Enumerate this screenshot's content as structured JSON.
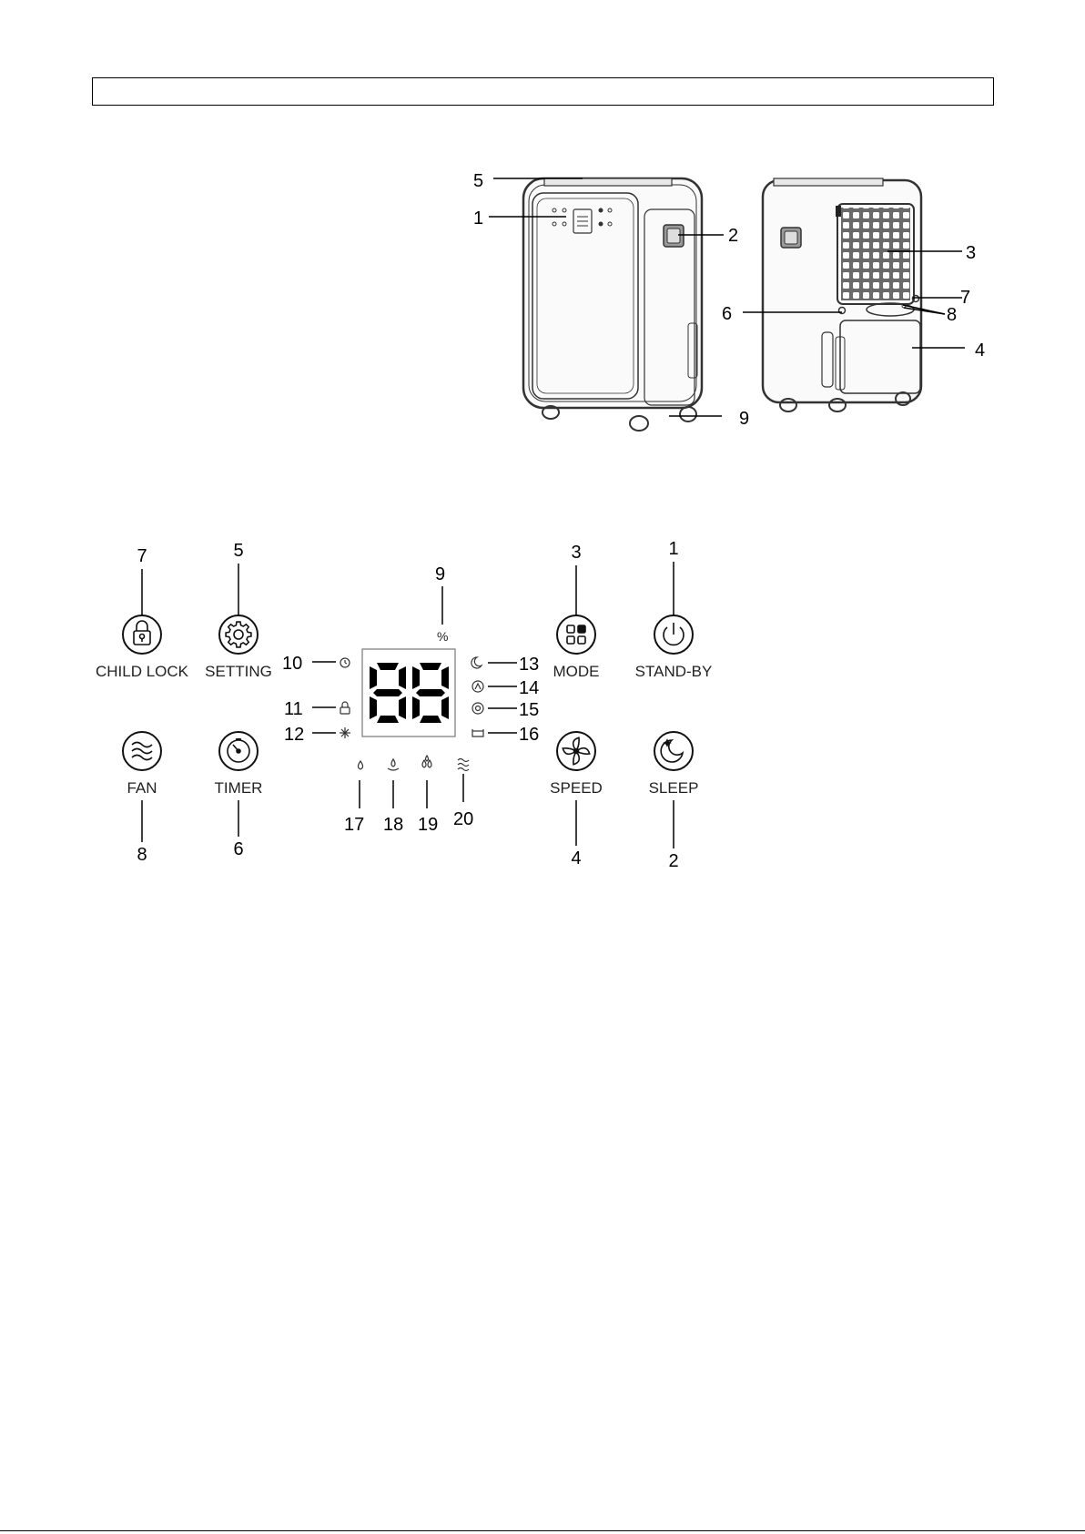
{
  "product_callouts": {
    "front": [
      "5",
      "1",
      "2",
      "9"
    ],
    "back": [
      "3",
      "7",
      "6",
      "8",
      "4"
    ]
  },
  "panel": {
    "buttons": [
      {
        "number": "7",
        "label": "CHILD LOCK",
        "icon": "lock-icon"
      },
      {
        "number": "5",
        "label": "SETTING",
        "icon": "gear-icon"
      },
      {
        "number": "3",
        "label": "MODE",
        "icon": "mode-grid-icon"
      },
      {
        "number": "1",
        "label": "STAND-BY",
        "icon": "power-icon"
      },
      {
        "number": "8",
        "label": "FAN",
        "icon": "wave-icon"
      },
      {
        "number": "6",
        "label": "TIMER",
        "icon": "timer-icon"
      },
      {
        "number": "4",
        "label": "SPEED",
        "icon": "fan-icon"
      },
      {
        "number": "2",
        "label": "SLEEP",
        "icon": "moon-icon"
      }
    ],
    "display_digits": "88",
    "percent_symbol": "%",
    "percent_callout": "9",
    "left_indicators": [
      "10",
      "11",
      "12"
    ],
    "right_indicators": [
      "13",
      "14",
      "15",
      "16"
    ],
    "bottom_indicators": [
      "17",
      "18",
      "19",
      "20"
    ]
  }
}
